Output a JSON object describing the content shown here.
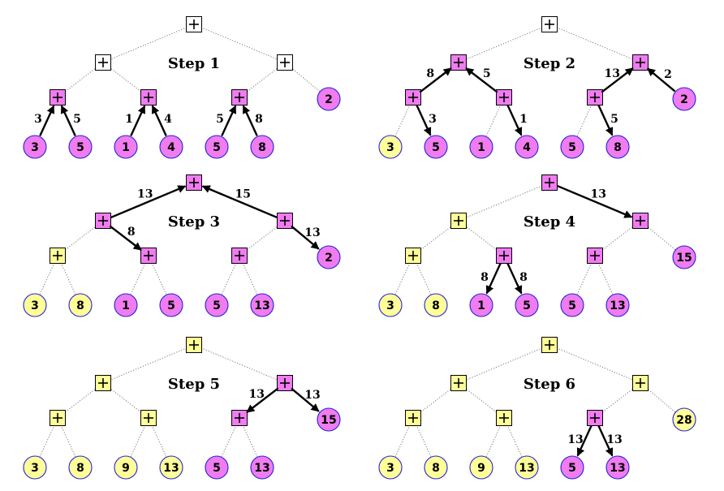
{
  "colors": {
    "active": "#f07cf0",
    "done": "#ffff99",
    "blank": "#ffffff",
    "leaf_stroke": "#2222dd"
  },
  "panels": [
    {
      "title": "Step 1",
      "nodes": {
        "root": {
          "state": "blank"
        },
        "L": {
          "state": "blank"
        },
        "R": {
          "state": "blank"
        },
        "LL": {
          "state": "active"
        },
        "LR": {
          "state": "active"
        },
        "RL": {
          "state": "active"
        },
        "RR": {
          "value": "2",
          "state": "active"
        },
        "LLa": {
          "value": "3",
          "state": "active"
        },
        "LLb": {
          "value": "5",
          "state": "active"
        },
        "LRa": {
          "value": "1",
          "state": "active"
        },
        "LRb": {
          "value": "4",
          "state": "active"
        },
        "RLa": {
          "value": "5",
          "state": "active"
        },
        "RLb": {
          "value": "8",
          "state": "active"
        }
      },
      "arrows": [
        {
          "from": "LLa",
          "to": "LL",
          "label": "3"
        },
        {
          "from": "LLb",
          "to": "LL",
          "label": "5"
        },
        {
          "from": "LRa",
          "to": "LR",
          "label": "1"
        },
        {
          "from": "LRb",
          "to": "LR",
          "label": "4"
        },
        {
          "from": "RLa",
          "to": "RL",
          "label": "5"
        },
        {
          "from": "RLb",
          "to": "RL",
          "label": "8"
        }
      ]
    },
    {
      "title": "Step 2",
      "nodes": {
        "root": {
          "state": "blank"
        },
        "L": {
          "state": "active"
        },
        "R": {
          "state": "active"
        },
        "LL": {
          "state": "active"
        },
        "LR": {
          "state": "active"
        },
        "RL": {
          "state": "active"
        },
        "RR": {
          "value": "2",
          "state": "active"
        },
        "LLa": {
          "value": "3",
          "state": "done"
        },
        "LLb": {
          "value": "5",
          "state": "active"
        },
        "LRa": {
          "value": "1",
          "state": "active"
        },
        "LRb": {
          "value": "4",
          "state": "active"
        },
        "RLa": {
          "value": "5",
          "state": "active"
        },
        "RLb": {
          "value": "8",
          "state": "active"
        }
      },
      "arrows": [
        {
          "from": "LL",
          "to": "L",
          "label": "8"
        },
        {
          "from": "LR",
          "to": "L",
          "label": "5"
        },
        {
          "from": "RL",
          "to": "R",
          "label": "13"
        },
        {
          "from": "RR",
          "to": "R",
          "label": "2"
        },
        {
          "from": "LL",
          "to": "LLb",
          "label": "3"
        },
        {
          "from": "LR",
          "to": "LRb",
          "label": "1"
        },
        {
          "from": "RL",
          "to": "RLb",
          "label": "5"
        }
      ]
    },
    {
      "title": "Step 3",
      "nodes": {
        "root": {
          "state": "active"
        },
        "L": {
          "state": "active"
        },
        "R": {
          "state": "active"
        },
        "LL": {
          "state": "done"
        },
        "LR": {
          "state": "active"
        },
        "RL": {
          "state": "active"
        },
        "RR": {
          "value": "2",
          "state": "active"
        },
        "LLa": {
          "value": "3",
          "state": "done"
        },
        "LLb": {
          "value": "8",
          "state": "done"
        },
        "LRa": {
          "value": "1",
          "state": "active"
        },
        "LRb": {
          "value": "5",
          "state": "active"
        },
        "RLa": {
          "value": "5",
          "state": "active"
        },
        "RLb": {
          "value": "13",
          "state": "active"
        }
      },
      "arrows": [
        {
          "from": "L",
          "to": "root",
          "label": "13"
        },
        {
          "from": "R",
          "to": "root",
          "label": "15"
        },
        {
          "from": "L",
          "to": "LR",
          "label": "8"
        },
        {
          "from": "R",
          "to": "RR",
          "label": "13"
        }
      ]
    },
    {
      "title": "Step 4",
      "nodes": {
        "root": {
          "state": "active"
        },
        "L": {
          "state": "done"
        },
        "R": {
          "state": "active"
        },
        "LL": {
          "state": "done"
        },
        "LR": {
          "state": "active"
        },
        "RL": {
          "state": "active"
        },
        "RR": {
          "value": "15",
          "state": "active"
        },
        "LLa": {
          "value": "3",
          "state": "done"
        },
        "LLb": {
          "value": "8",
          "state": "done"
        },
        "LRa": {
          "value": "1",
          "state": "active"
        },
        "LRb": {
          "value": "5",
          "state": "active"
        },
        "RLa": {
          "value": "5",
          "state": "active"
        },
        "RLb": {
          "value": "13",
          "state": "active"
        }
      },
      "arrows": [
        {
          "from": "root",
          "to": "R",
          "label": "13"
        },
        {
          "from": "LR",
          "to": "LRa",
          "label": "8"
        },
        {
          "from": "LR",
          "to": "LRb",
          "label": "8"
        }
      ]
    },
    {
      "title": "Step 5",
      "nodes": {
        "root": {
          "state": "done"
        },
        "L": {
          "state": "done"
        },
        "R": {
          "state": "active"
        },
        "LL": {
          "state": "done"
        },
        "LR": {
          "state": "done"
        },
        "RL": {
          "state": "active"
        },
        "RR": {
          "value": "15",
          "state": "active"
        },
        "LLa": {
          "value": "3",
          "state": "done"
        },
        "LLb": {
          "value": "8",
          "state": "done"
        },
        "LRa": {
          "value": "9",
          "state": "done"
        },
        "LRb": {
          "value": "13",
          "state": "done"
        },
        "RLa": {
          "value": "5",
          "state": "active"
        },
        "RLb": {
          "value": "13",
          "state": "active"
        }
      },
      "arrows": [
        {
          "from": "R",
          "to": "RL",
          "label": "13"
        },
        {
          "from": "R",
          "to": "RR",
          "label": "13"
        }
      ]
    },
    {
      "title": "Step 6",
      "nodes": {
        "root": {
          "state": "done"
        },
        "L": {
          "state": "done"
        },
        "R": {
          "state": "done"
        },
        "LL": {
          "state": "done"
        },
        "LR": {
          "state": "done"
        },
        "RL": {
          "state": "active"
        },
        "RR": {
          "value": "28",
          "state": "done"
        },
        "LLa": {
          "value": "3",
          "state": "done"
        },
        "LLb": {
          "value": "8",
          "state": "done"
        },
        "LRa": {
          "value": "9",
          "state": "done"
        },
        "LRb": {
          "value": "13",
          "state": "done"
        },
        "RLa": {
          "value": "5",
          "state": "active"
        },
        "RLb": {
          "value": "13",
          "state": "active"
        }
      },
      "arrows": [
        {
          "from": "RL",
          "to": "RLa",
          "label": "13"
        },
        {
          "from": "RL",
          "to": "RLb",
          "label": "13"
        }
      ]
    }
  ]
}
